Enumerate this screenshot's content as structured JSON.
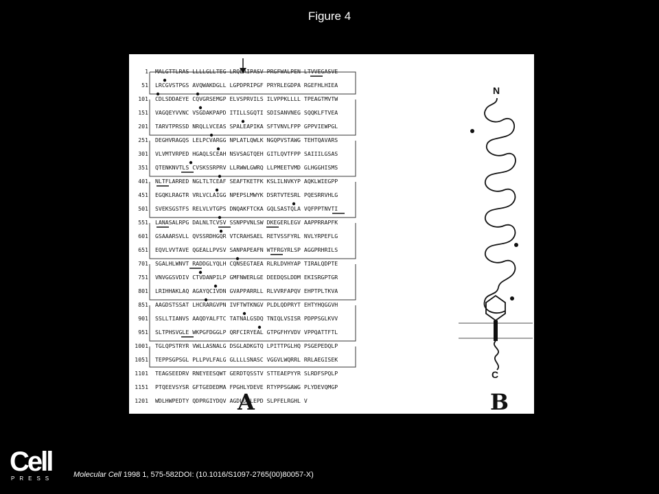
{
  "figure_title": "Figure 4",
  "panel_labels": {
    "a": "A",
    "b": "B"
  },
  "diagram_labels": {
    "n_terminus": "N",
    "c_terminus": "C"
  },
  "sequence_rows": [
    {
      "num": "1",
      "seq": "MALGTTLRAS LLLLGLLTEG LRQLAIPASV PRGFWALPEN LTVVEGASVE"
    },
    {
      "num": "51",
      "seq": "LRCGVSTPGS AVQWAKDGLL LGPDPRIPGF PRYRLEGDPA RGEFHLHIEA"
    },
    {
      "num": "101",
      "seq": "CDLSDDAEYE CQVGRSEMGP ELVSPRVILS ILVPPKLLLL TPEAGTMVTW"
    },
    {
      "num": "151",
      "seq": "VAGQEYVVNC VSGDAKPAPD ITILLSGQTI SDISANVNEG SQQKLFTVEA"
    },
    {
      "num": "201",
      "seq": "TARVTPRSSD NRQLLVCEAS SPALEAPIKA SFTVNVLFPP GPPVIEWPGL"
    },
    {
      "num": "251",
      "seq": "DEGHVRAGQS LELPCVARGG NPLATLQWLK NGQPVSTAWG TEHTQAVARS"
    },
    {
      "num": "301",
      "seq": "VLVMTVRPED HGAQLSCEAH NSVSAGTQEH GITLQVTFPP SAIIILGSAS"
    },
    {
      "num": "351",
      "seq": "QTENKNVTLS CVSKSSRPRV LLRWWLGWRQ LLPMEETVMD GLHGGHISMS"
    },
    {
      "num": "401",
      "seq": "NLTFLARRED NGLTLTCEAF SEAFTKETFK KSLILNVKYP AQKLWIEGPP"
    },
    {
      "num": "451",
      "seq": "EGQKLRAGTR VRLVCLAIGG NPEPSLMWYK DSRTVTESRL PQESRRVHLG"
    },
    {
      "num": "501",
      "seq": "SVEKSGSTFS RELVLVTGPS DNQAKFTCKA GQLSASTQLA VQFPPTNVTI"
    },
    {
      "num": "551",
      "seq": "LANASALRPG DALNLTCVSV SSNPPVNLSW DKEGERLEGV AAPPRRAPFK"
    },
    {
      "num": "601",
      "seq": "GSAAARSVLL QVSSRDHGQR VTCRAHSAEL RETVSSFYRL NVLYRPEFLG"
    },
    {
      "num": "651",
      "seq": "EQVLVVTAVE QGEALLPVSV SANPAPEAFN WTFRGYRLSP AGGPRHRILS"
    },
    {
      "num": "701",
      "seq": "SGALHLWNVT RADDGLYQLH CQNSEGTAEA RLRLDVHYAP TIRALQDPTE"
    },
    {
      "num": "751",
      "seq": "VNVGGSVDIV CTVDANPILP GMFNWERLGE DEEDQSLDDM EKISRGPTGR"
    },
    {
      "num": "801",
      "seq": "LRIHHAKLAQ AGAYQCIVDN GVAPPARRLL RLVVRFAPQV EHPTPLTKVA"
    },
    {
      "num": "851",
      "seq": "AAGDSTSSAT LHCRARGVPN IVFTWTKNGV PLDLQDPRYT EHTYHQGGVH"
    },
    {
      "num": "901",
      "seq": "SSLLTIANVS AAQDYALFTC TATNALGSDQ TNIQLVSISR PDPPSGLKVV"
    },
    {
      "num": "951",
      "seq": "SLTPHSVGLE WKPGFDGGLP QRFCIRYEAL GTPGFHYVDV VPPQATTFTL"
    },
    {
      "num": "1001",
      "seq": "TGLQPSTRYR VWLLASNALG DSGLADKGTQ LPITTPGLHQ PSGEPEDQLP"
    },
    {
      "num": "1051",
      "seq": "TEPPSGPSGL PLLPVLFALG GLLLLSNASC VGGVLWQRRL RRLAEGISEK"
    },
    {
      "num": "1101",
      "seq": "TEAGSEEDRV RNEYEESQWT GERDTQSSTV STTEAEPYYR SLRDFSPQLP"
    },
    {
      "num": "1151",
      "seq": "PTQEEVSYSR GFTGEDEDMA FPGHLYDEVE RTYPPSGAWG PLYDEVQMGP"
    },
    {
      "num": "1201",
      "seq": "WDLHWPEDTY QDPRGIYDQV AGDLDTLEPD SLPFELRGHL V"
    }
  ],
  "logo": {
    "word": "Cell",
    "sub": "PRESS"
  },
  "citation": {
    "journal": "Molecular Cell",
    "details": " 1998 1, 575-582DOI: (10.1016/S1097-2765(00)80057-X)"
  }
}
